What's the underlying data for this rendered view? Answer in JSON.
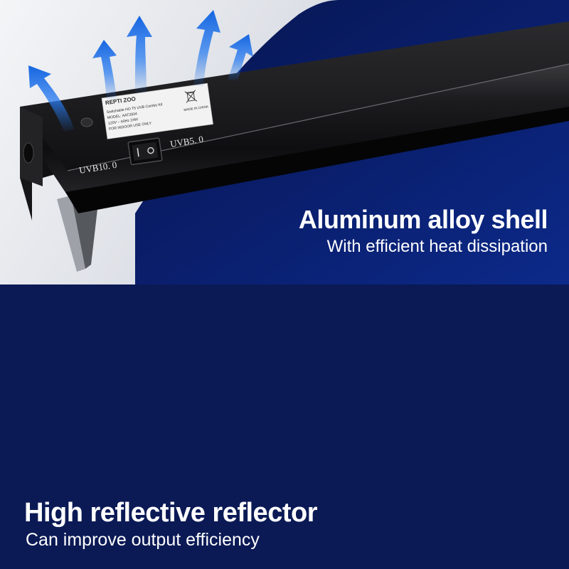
{
  "top_panel": {
    "title": "Aluminum alloy shell",
    "subtitle": "With efficient heat dissipation"
  },
  "bottom_panel": {
    "title": "High reflective reflector",
    "subtitle": "Can improve output efficiency"
  },
  "product_label": {
    "brand": "REPTI ZOO",
    "line1": "Switchable HO T5 UVB Combo Kit",
    "line2": "MODEL: AAT2834",
    "line3": "120V ~ 60Hz  24W",
    "line4": "FOR INDOOR USE ONLY",
    "origin": "MADE IN CHINA"
  },
  "switch_labels": {
    "left": "UVB10. 0",
    "right": "UVB5. 0"
  },
  "colors": {
    "panel_navy": "#0a1f6e",
    "arrow_blue": "#1e6fe0",
    "caption_text": "#ffffff"
  },
  "icons": {
    "arrows": "heat-flow-arrow-icon",
    "label_symbol": "crossed-bin-icon"
  }
}
